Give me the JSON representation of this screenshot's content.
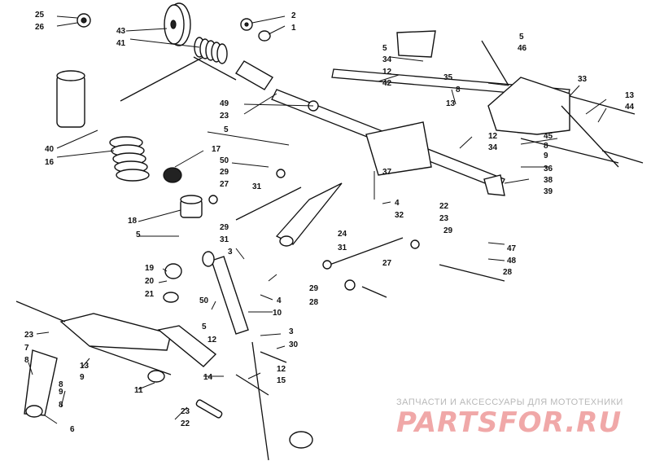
{
  "watermark": {
    "tagline": "ЗАПЧАСТИ И АКСЕССУАРЫ ДЛЯ МОТОТЕХНИКИ",
    "brand": "PARTSFOR.RU"
  },
  "callouts": [
    {
      "id": "c25a",
      "text": "25"
    },
    {
      "id": "c26",
      "text": "26"
    },
    {
      "id": "c43",
      "text": "43"
    },
    {
      "id": "c41",
      "text": "41"
    },
    {
      "id": "c2",
      "text": "2"
    },
    {
      "id": "c1",
      "text": "1"
    },
    {
      "id": "c40",
      "text": "40"
    },
    {
      "id": "c16",
      "text": "16"
    },
    {
      "id": "c49",
      "text": "49"
    },
    {
      "id": "c23a",
      "text": "23"
    },
    {
      "id": "c5a",
      "text": "5"
    },
    {
      "id": "c34a",
      "text": "34"
    },
    {
      "id": "c12a",
      "text": "12"
    },
    {
      "id": "c42",
      "text": "42"
    },
    {
      "id": "c5b",
      "text": "5"
    },
    {
      "id": "c46",
      "text": "46"
    },
    {
      "id": "c35",
      "text": "35"
    },
    {
      "id": "c8a",
      "text": "8"
    },
    {
      "id": "c13a",
      "text": "13"
    },
    {
      "id": "c33",
      "text": "33"
    },
    {
      "id": "c13b",
      "text": "13"
    },
    {
      "id": "c44",
      "text": "44"
    },
    {
      "id": "c5c",
      "text": "5"
    },
    {
      "id": "c17",
      "text": "17"
    },
    {
      "id": "c50a",
      "text": "50"
    },
    {
      "id": "c29a",
      "text": "29"
    },
    {
      "id": "c27a",
      "text": "27"
    },
    {
      "id": "c31a",
      "text": "31"
    },
    {
      "id": "c12b",
      "text": "12"
    },
    {
      "id": "c34b",
      "text": "34"
    },
    {
      "id": "c45",
      "text": "45"
    },
    {
      "id": "c8b",
      "text": "8"
    },
    {
      "id": "c9a",
      "text": "9"
    },
    {
      "id": "c36",
      "text": "36"
    },
    {
      "id": "c37",
      "text": "37"
    },
    {
      "id": "c38",
      "text": "38"
    },
    {
      "id": "c39",
      "text": "39"
    },
    {
      "id": "c4a",
      "text": "4"
    },
    {
      "id": "c32",
      "text": "32"
    },
    {
      "id": "c22a",
      "text": "22"
    },
    {
      "id": "c23b",
      "text": "23"
    },
    {
      "id": "c18",
      "text": "18"
    },
    {
      "id": "c29b",
      "text": "29"
    },
    {
      "id": "c31b",
      "text": "31"
    },
    {
      "id": "c24",
      "text": "24"
    },
    {
      "id": "c5d",
      "text": "5"
    },
    {
      "id": "c3a",
      "text": "3"
    },
    {
      "id": "c31c",
      "text": "31"
    },
    {
      "id": "c29c",
      "text": "29"
    },
    {
      "id": "c47",
      "text": "47"
    },
    {
      "id": "c48",
      "text": "48"
    },
    {
      "id": "c28a",
      "text": "28"
    },
    {
      "id": "c27b",
      "text": "27"
    },
    {
      "id": "c19",
      "text": "19"
    },
    {
      "id": "c20",
      "text": "20"
    },
    {
      "id": "c21",
      "text": "21"
    },
    {
      "id": "c4b",
      "text": "4"
    },
    {
      "id": "c10",
      "text": "10"
    },
    {
      "id": "c50b",
      "text": "50"
    },
    {
      "id": "c29d",
      "text": "29"
    },
    {
      "id": "c28b",
      "text": "28"
    },
    {
      "id": "c23c",
      "text": "23"
    },
    {
      "id": "c7",
      "text": "7"
    },
    {
      "id": "c8c",
      "text": "8"
    },
    {
      "id": "c13c",
      "text": "13"
    },
    {
      "id": "c9b",
      "text": "9"
    },
    {
      "id": "c8d",
      "text": "8"
    },
    {
      "id": "c5e",
      "text": "5"
    },
    {
      "id": "c12c",
      "text": "12"
    },
    {
      "id": "c3b",
      "text": "3"
    },
    {
      "id": "c30",
      "text": "30"
    },
    {
      "id": "c9c",
      "text": "9"
    },
    {
      "id": "c8e",
      "text": "8"
    },
    {
      "id": "c14",
      "text": "14"
    },
    {
      "id": "c12d",
      "text": "12"
    },
    {
      "id": "c15",
      "text": "15"
    },
    {
      "id": "c11",
      "text": "11"
    },
    {
      "id": "c23d",
      "text": "23"
    },
    {
      "id": "c22b",
      "text": "22"
    },
    {
      "id": "c6",
      "text": "6"
    }
  ]
}
